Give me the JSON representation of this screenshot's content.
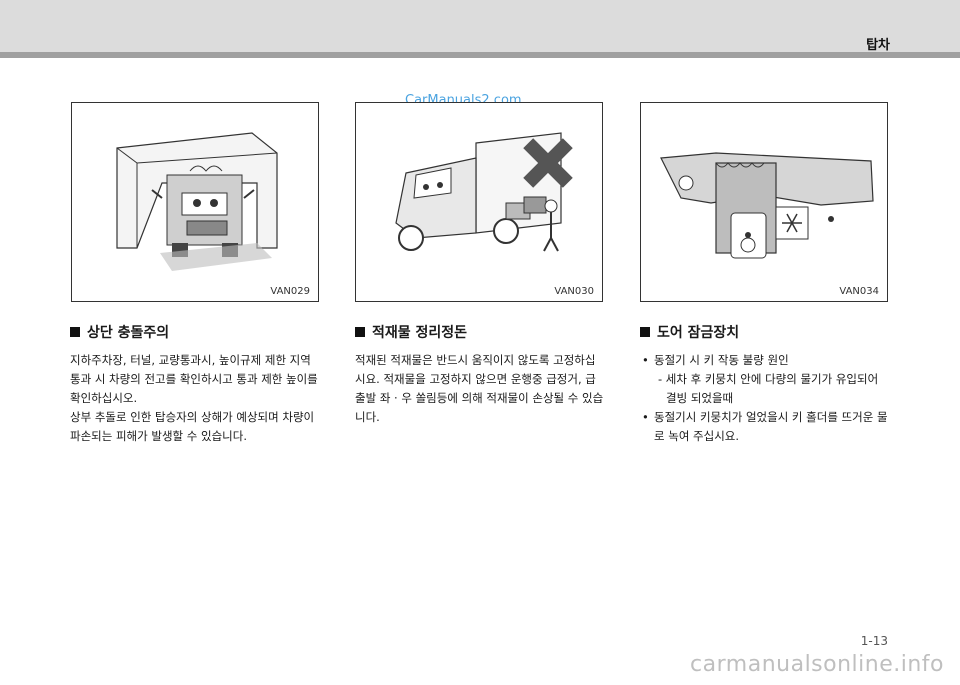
{
  "header": {
    "title": "탑차"
  },
  "watermark": "CarManuals2.com",
  "figures": [
    {
      "code": "VAN029"
    },
    {
      "code": "VAN030"
    },
    {
      "code": "VAN034"
    }
  ],
  "sections": [
    {
      "title": "상단 충돌주의",
      "paragraphs": [
        "지하주차장, 터널, 교량통과시, 높이규제 제한 지역 통과 시 차량의 전고를 확인하시고 통과 제한 높이를 확인하십시오.",
        "상부 추돌로 인한 탑승자의 상해가 예상되며 차량이 파손되는 피해가 발생할 수 있습니다."
      ]
    },
    {
      "title": "적재물 정리정돈",
      "paragraphs": [
        "적재된 적재물은 반드시 움직이지 않도록 고정하십시요. 적재물을 고정하지 않으면 운행중 급정거, 급출발 좌 · 우 쏠림등에 의해 적재물이 손상될 수 있습니다."
      ]
    },
    {
      "title": "도어 잠금장치",
      "bullets": [
        {
          "text": "동절기 시 키 작동 불량 원인",
          "sub": "- 세차 후 키뭉치 안에 다량의 물기가 유입되어 결빙 되었을때"
        },
        {
          "text": "동절기시 키뭉치가 얼었을시 키 홀더를 뜨거운 물로 녹여 주십시요."
        }
      ]
    }
  ],
  "footer": {
    "page": "1-13",
    "site": "carmanualsonline.info"
  }
}
